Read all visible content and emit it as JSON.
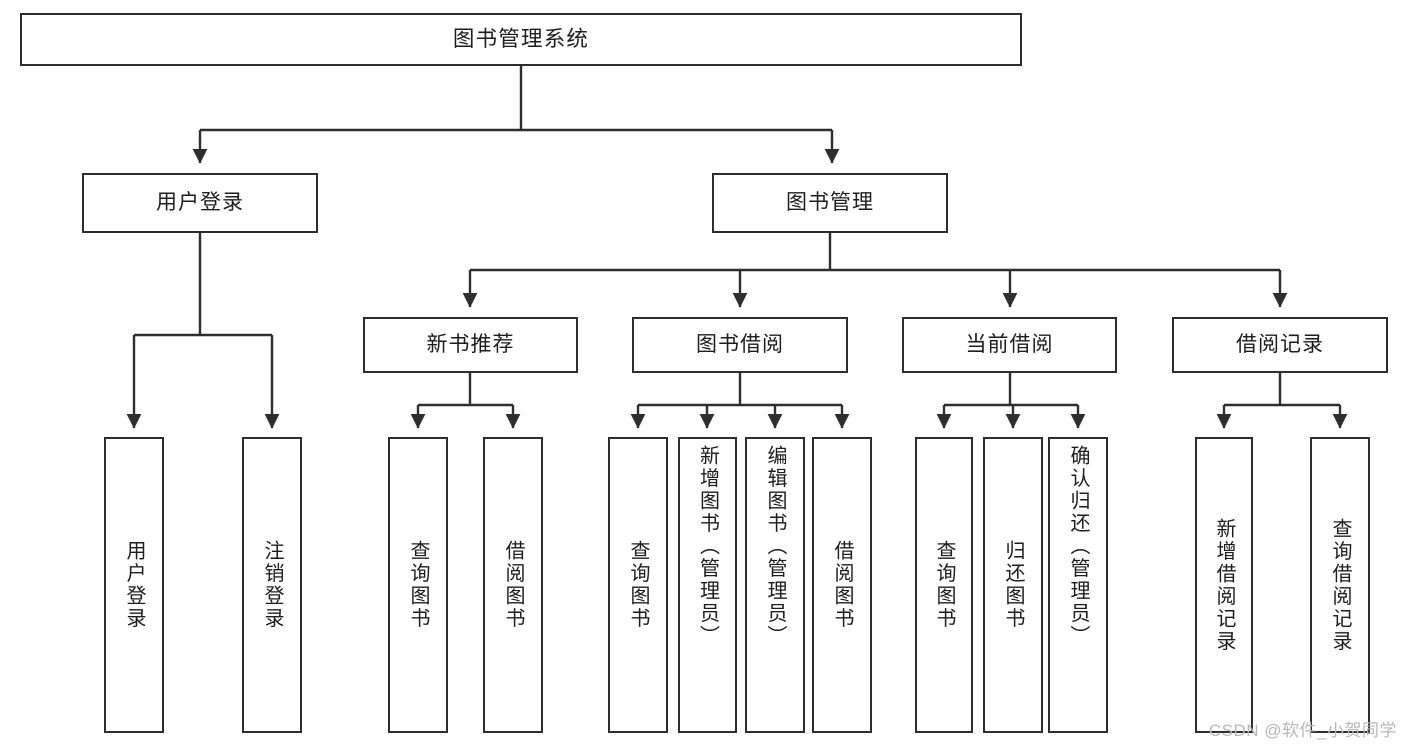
{
  "diagram": {
    "title": "图书管理系统",
    "type": "tree-hierarchy",
    "root": {
      "id": "root",
      "label": "图书管理系统"
    },
    "level2": [
      {
        "id": "user-login",
        "label": "用户登录"
      },
      {
        "id": "book-manage",
        "label": "图书管理"
      }
    ],
    "level3": [
      {
        "id": "new-book-recommend",
        "label": "新书推荐",
        "parent": "book-manage"
      },
      {
        "id": "book-borrow",
        "label": "图书借阅",
        "parent": "book-manage"
      },
      {
        "id": "current-borrow",
        "label": "当前借阅",
        "parent": "book-manage"
      },
      {
        "id": "borrow-record",
        "label": "借阅记录",
        "parent": "book-manage"
      }
    ],
    "leaves": [
      {
        "id": "leaf-user-login",
        "label": "用户登录",
        "parent": "user-login"
      },
      {
        "id": "leaf-user-logout",
        "label": "注销登录",
        "parent": "user-login"
      },
      {
        "id": "leaf-query-book-1",
        "label": "查询图书",
        "parent": "new-book-recommend"
      },
      {
        "id": "leaf-borrow-book-1",
        "label": "借阅图书",
        "parent": "new-book-recommend"
      },
      {
        "id": "leaf-query-book-2",
        "label": "查询图书",
        "parent": "book-borrow"
      },
      {
        "id": "leaf-add-book",
        "label": "新增图书（管理员）",
        "parent": "book-borrow"
      },
      {
        "id": "leaf-edit-book",
        "label": "编辑图书（管理员）",
        "parent": "book-borrow"
      },
      {
        "id": "leaf-borrow-book-2",
        "label": "借阅图书",
        "parent": "book-borrow"
      },
      {
        "id": "leaf-query-book-3",
        "label": "查询图书",
        "parent": "current-borrow"
      },
      {
        "id": "leaf-return-book",
        "label": "归还图书",
        "parent": "current-borrow"
      },
      {
        "id": "leaf-confirm-return",
        "label": "确认归还（管理员）",
        "parent": "current-borrow"
      },
      {
        "id": "leaf-add-record",
        "label": "新增借阅记录",
        "parent": "borrow-record"
      },
      {
        "id": "leaf-query-record",
        "label": "查询借阅记录",
        "parent": "borrow-record"
      }
    ],
    "colors": {
      "stroke": "#2e2e2e",
      "fill": "#ffffff",
      "text": "#1d1d1d",
      "watermark": "#b8b8b8"
    }
  },
  "watermark": {
    "text": "CSDN @软件_小贺同学"
  }
}
